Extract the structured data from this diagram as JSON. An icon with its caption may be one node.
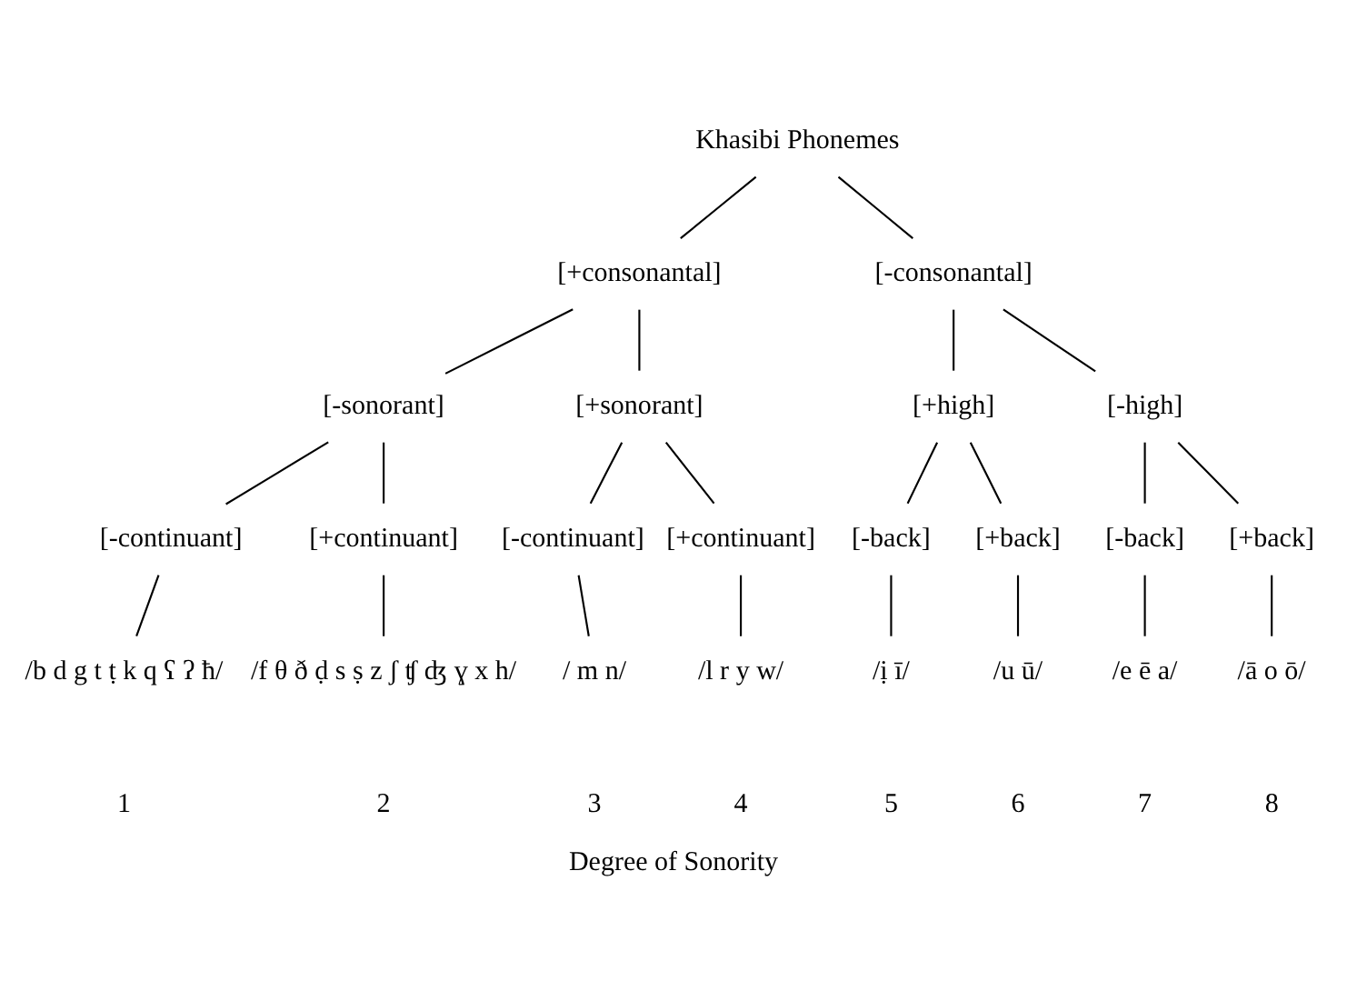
{
  "diagram": {
    "caption": "Degree of Sonority",
    "nodes": [
      {
        "text": [
          "Khasibi Phonemes"
        ]
      },
      {
        "text": [
          "[+consonantal]"
        ]
      },
      {
        "text": [
          "[-consonantal]"
        ]
      },
      {
        "text": [
          "[-sonorant]"
        ]
      },
      {
        "text": [
          "[+sonorant]"
        ]
      },
      {
        "text": [
          "[+high]"
        ]
      },
      {
        "text": [
          "[-high]"
        ]
      },
      {
        "text": [
          "[-continuant]"
        ]
      },
      {
        "text": [
          "[+continuant]"
        ]
      },
      {
        "text": [
          "[-continuant]"
        ]
      },
      {
        "text": [
          "[+continuant]"
        ]
      },
      {
        "text": [
          "[-back]"
        ]
      },
      {
        "text": [
          "[+back]"
        ]
      },
      {
        "text": [
          "[-back]"
        ]
      },
      {
        "text": [
          "[+back]"
        ]
      },
      {
        "text": [
          "/b d g t ṭ k q ʕ ʔ ħ/"
        ]
      },
      {
        "text": [
          "/f θ ð ḍ s ṣ z ʃ ʧ ʤ ɣ x h/"
        ]
      },
      {
        "text": [
          "/ m n/"
        ]
      },
      {
        "text": [
          "/l r y w/"
        ]
      },
      {
        "text": [
          "/ị ī/"
        ]
      },
      {
        "text": [
          "/u ū/"
        ]
      },
      {
        "text": [
          "/e ē a/"
        ]
      },
      {
        "text": [
          "/ā o ō/"
        ]
      }
    ],
    "edges": [
      {
        "from": 0,
        "to": 1,
        "arrow": "none"
      },
      {
        "from": 0,
        "to": 2,
        "arrow": "none"
      },
      {
        "from": 1,
        "to": 3,
        "arrow": "none"
      },
      {
        "from": 1,
        "to": 4,
        "arrow": "none"
      },
      {
        "from": 2,
        "to": 5,
        "arrow": "none"
      },
      {
        "from": 2,
        "to": 6,
        "arrow": "none"
      },
      {
        "from": 3,
        "to": 7,
        "arrow": "none"
      },
      {
        "from": 3,
        "to": 8,
        "arrow": "none"
      },
      {
        "from": 4,
        "to": 9,
        "arrow": "none"
      },
      {
        "from": 4,
        "to": 10,
        "arrow": "none"
      },
      {
        "from": 5,
        "to": 11,
        "arrow": "none"
      },
      {
        "from": 5,
        "to": 12,
        "arrow": "none"
      },
      {
        "from": 6,
        "to": 13,
        "arrow": "none"
      },
      {
        "from": 6,
        "to": 14,
        "arrow": "none"
      },
      {
        "from": 7,
        "to": 15,
        "arrow": "none"
      },
      {
        "from": 8,
        "to": 16,
        "arrow": "none"
      },
      {
        "from": 9,
        "to": 17,
        "arrow": "none"
      },
      {
        "from": 10,
        "to": 18,
        "arrow": "none"
      },
      {
        "from": 11,
        "to": 19,
        "arrow": "none"
      },
      {
        "from": 12,
        "to": 20,
        "arrow": "none"
      },
      {
        "from": 13,
        "to": 21,
        "arrow": "none"
      },
      {
        "from": 14,
        "to": 22,
        "arrow": "none"
      }
    ],
    "labels": [
      "1",
      "2",
      "3",
      "4",
      "5",
      "6",
      "7",
      "8"
    ]
  }
}
